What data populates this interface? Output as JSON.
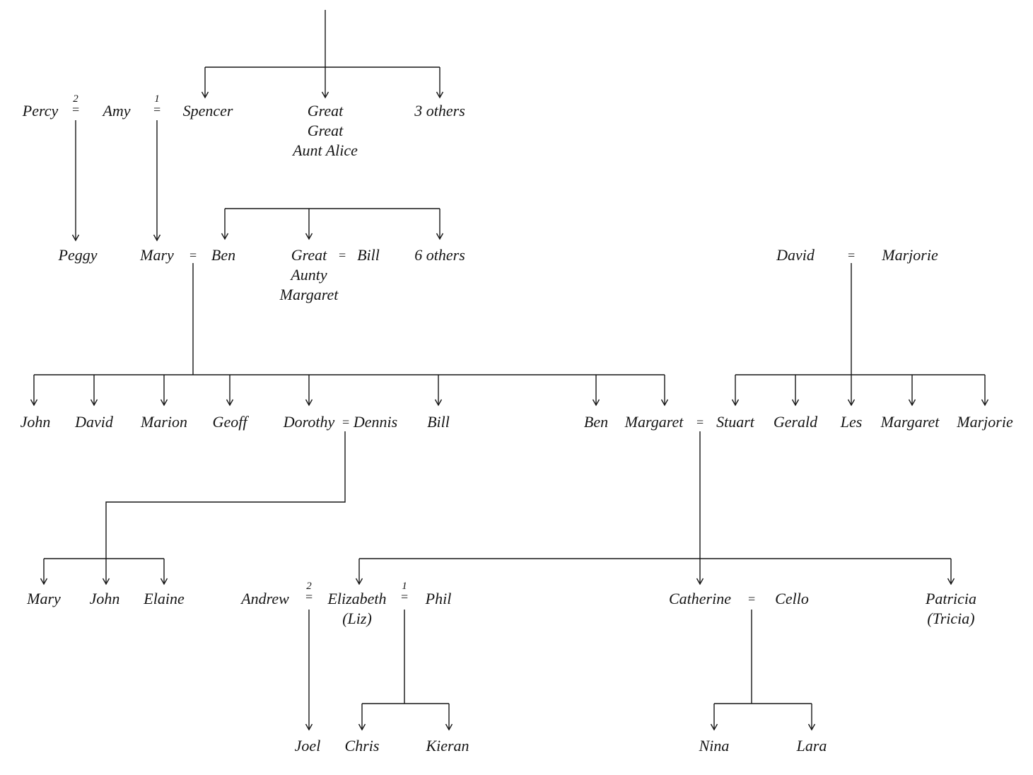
{
  "colors": {
    "background": "#ffffff",
    "ink": "#151515"
  },
  "symbols": {
    "equals": "=",
    "order1": "1",
    "order2": "2"
  },
  "people": {
    "percy": "Percy",
    "amy": "Amy",
    "spencer": "Spencer",
    "great_great_aunt_alice": "Great\nGreat\nAunt Alice",
    "top_others": "3 others",
    "peggy": "Peggy",
    "mary_sr": "Mary",
    "ben_sr": "Ben",
    "great_aunty_margaret": "Great\nAunty\nMargaret",
    "bill_sr": "Bill",
    "gen2_others": "6 others",
    "david_sr": "David",
    "marjorie_sr": "Marjorie",
    "john": "John",
    "david": "David",
    "marion": "Marion",
    "geoff": "Geoff",
    "dorothy": "Dorothy",
    "dennis": "Dennis",
    "bill": "Bill",
    "ben": "Ben",
    "margaret": "Margaret",
    "stuart": "Stuart",
    "gerald": "Gerald",
    "les": "Les",
    "margaret_2": "Margaret",
    "marjorie": "Marjorie",
    "mary": "Mary",
    "john_2": "John",
    "elaine": "Elaine",
    "andrew": "Andrew",
    "elizabeth": "Elizabeth",
    "elizabeth_nickname": "(Liz)",
    "phil": "Phil",
    "catherine": "Catherine",
    "cello": "Cello",
    "patricia": "Patricia",
    "patricia_nickname": "(Tricia)",
    "joel": "Joel",
    "chris": "Chris",
    "kieran": "Kieran",
    "nina": "Nina",
    "lara": "Lara"
  },
  "relationships": {
    "descent_from_offscreen_top": [
      "Spencer",
      "Great Great Aunt Alice",
      "3 others"
    ],
    "sibling_group_no_visible_parent": [
      "Ben",
      "Great Aunty Margaret",
      "6 others"
    ],
    "unions": [
      {
        "partners": [
          "Percy",
          "Amy"
        ],
        "marriage_order": "2",
        "children": [
          "Peggy"
        ]
      },
      {
        "partners": [
          "Amy",
          "Spencer"
        ],
        "marriage_order": "1",
        "children": [
          "Mary"
        ]
      },
      {
        "partners": [
          "Mary",
          "Ben"
        ],
        "children": [
          "John",
          "David",
          "Marion",
          "Geoff",
          "Dorothy",
          "Bill",
          "Ben",
          "Margaret"
        ]
      },
      {
        "partners": [
          "Great Aunty Margaret",
          "Bill"
        ],
        "children": []
      },
      {
        "partners": [
          "David",
          "Marjorie"
        ],
        "children": [
          "Stuart",
          "Gerald",
          "Les",
          "Margaret",
          "Marjorie"
        ]
      },
      {
        "partners": [
          "Dorothy",
          "Dennis"
        ],
        "children": [
          "Mary",
          "John",
          "Elaine"
        ]
      },
      {
        "partners": [
          "Margaret",
          "Stuart"
        ],
        "children": [
          "Elizabeth (Liz)",
          "Catherine",
          "Patricia (Tricia)"
        ]
      },
      {
        "partners": [
          "Andrew",
          "Elizabeth"
        ],
        "marriage_order": "2",
        "children": [
          "Joel"
        ]
      },
      {
        "partners": [
          "Elizabeth",
          "Phil"
        ],
        "marriage_order": "1",
        "children": [
          "Chris",
          "Kieran"
        ]
      },
      {
        "partners": [
          "Catherine",
          "Cello"
        ],
        "children": [
          "Nina",
          "Lara"
        ]
      }
    ]
  }
}
